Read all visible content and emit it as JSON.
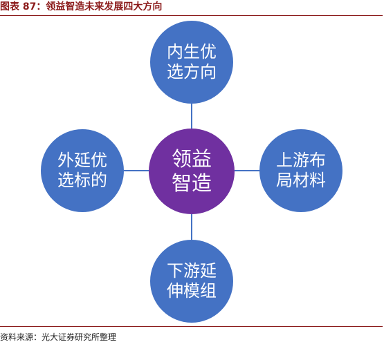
{
  "title": "图表 87：领益智造未来发展四大方向",
  "source": "资料来源：光大证券研究所整理",
  "colors": {
    "outer_fill": "#4472C4",
    "center_fill": "#7030A0",
    "connector": "#4472C4",
    "rule": "#8B1A1A",
    "title": "#8B1A1A"
  },
  "center": {
    "line1": "领益",
    "line2": "智造"
  },
  "nodes": {
    "top": {
      "line1": "内生优",
      "line2": "选方向"
    },
    "right": {
      "line1": "上游布",
      "line2": "局材料"
    },
    "bottom": {
      "line1": "下游延",
      "line2": "伸模组"
    },
    "left": {
      "line1": "外延优",
      "line2": "选标的"
    }
  }
}
